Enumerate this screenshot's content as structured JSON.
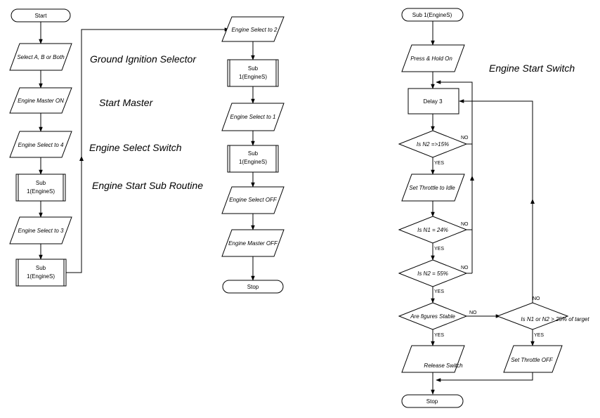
{
  "captions": {
    "ground_ignition": "Ground Ignition Selector",
    "start_master": "Start Master",
    "engine_select_switch": "Engine Select Switch",
    "engine_start_sub": "Engine Start Sub Routine",
    "engine_start_switch": "Engine Start Switch"
  },
  "flow1": {
    "start": "Start",
    "select_ab": "Select A, B or Both",
    "engine_master_on": "Engine Master ON",
    "engine_select_4": "Engine Select to 4",
    "sub_a_line1": "Sub",
    "sub_a_line2": "1(EngineS)",
    "engine_select_3": "Engine Select to 3",
    "sub_b_line1": "Sub",
    "sub_b_line2": "1(EngineS)"
  },
  "flow2": {
    "engine_select_2": "Engine Select to 2",
    "sub_c_line1": "Sub",
    "sub_c_line2": "1(EngineS)",
    "engine_select_1": "Engine Select to 1",
    "sub_d_line1": "Sub",
    "sub_d_line2": "1(EngineS)",
    "engine_select_off": "Engine Select OFF",
    "engine_master_off": "Engine Master OFF",
    "stop": "Stop"
  },
  "flow3": {
    "sub_start": "Sub 1(EngineS)",
    "press_hold": "Press & Hold On",
    "delay": "Delay 3",
    "is_n2_15": "Is N2 =>15%",
    "set_throttle_idle": "Set Throttle to Idle",
    "is_n1_24": "Is N1 = 24%",
    "is_n2_55": "Is N2 = 55%",
    "are_figures_stable": "Are figures Stable",
    "is_n1n2_25": "Is N1 or N2 > 25% of target",
    "release_switch": "Release Switch",
    "set_throttle_off": "Set Throttle OFF",
    "stop": "Stop"
  },
  "labels": {
    "no": "NO",
    "yes": "YES"
  }
}
